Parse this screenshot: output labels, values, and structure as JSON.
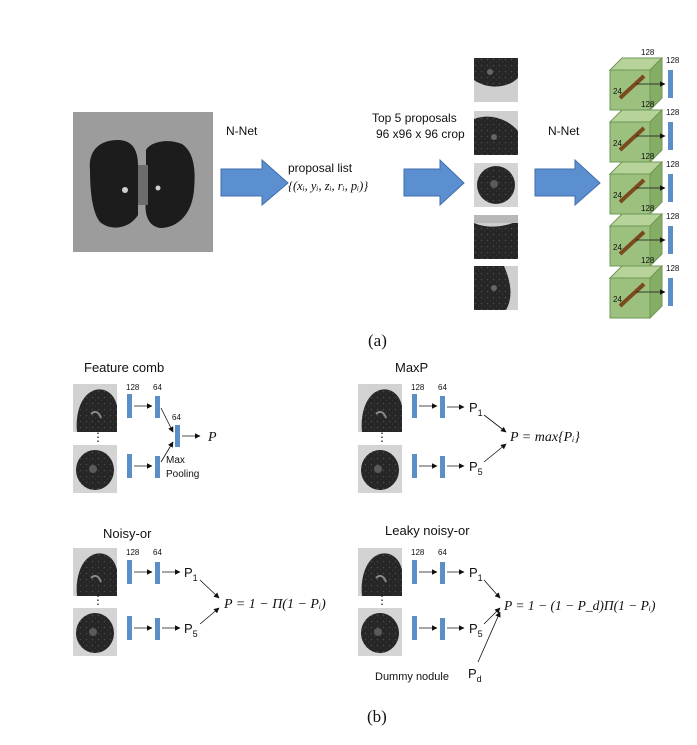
{
  "colors": {
    "arrow_fill": "#5b8fd0",
    "arrow_stroke": "#3f6fab",
    "fc_bar": "#5a8fc8",
    "cube_green": "#9cc07e",
    "cube_edge": "#6d9854",
    "ct_bg": "#9c9c9c",
    "lung": "#1c1c1c"
  },
  "icons": {
    "ct_scan": "lung-ct-scan-icon",
    "crop": "ct-crop-patch-icon",
    "cube": "feature-cube-icon",
    "fc_bar": "fully-connected-layer-icon"
  },
  "panel_a": {
    "nnet1": "N-Net",
    "proposal_list": "proposal list",
    "proposal_formula": "{(xᵢ, yᵢ, zᵢ, rᵢ, pᵢ)}",
    "top5_line1": "Top 5 proposals",
    "top5_line2": "96 x96 x 96 crop",
    "nnet2": "N-Net",
    "cube_top": "128",
    "cube_side": "24",
    "bar_label": "128",
    "caption": "(a)"
  },
  "feature_comb": {
    "title": "Feature comb",
    "n128": "128",
    "n64": "64",
    "n64b": "64",
    "pool1": "Max",
    "pool2": "Pooling",
    "output": "P"
  },
  "maxp": {
    "title": "MaxP",
    "n128": "128",
    "n64": "64",
    "p1": "P",
    "p1_sub": "1",
    "p5": "P",
    "p5_sub": "5",
    "formula": "P = max{Pᵢ}"
  },
  "noisy_or": {
    "title": "Noisy-or",
    "n128": "128",
    "n64": "64",
    "p1": "P",
    "p1_sub": "1",
    "p5": "P",
    "p5_sub": "5",
    "formula": "P = 1 − Π(1 − Pᵢ)"
  },
  "leaky_noisy_or": {
    "title": "Leaky noisy-or",
    "n128": "128",
    "n64": "64",
    "p1": "P",
    "p1_sub": "1",
    "p5": "P",
    "p5_sub": "5",
    "dummy": "Dummy nodule",
    "pd": "P",
    "pd_sub": "d",
    "formula": "P = 1 − (1 − P_d)Π(1 − Pᵢ)"
  },
  "caption_b": "(b)"
}
